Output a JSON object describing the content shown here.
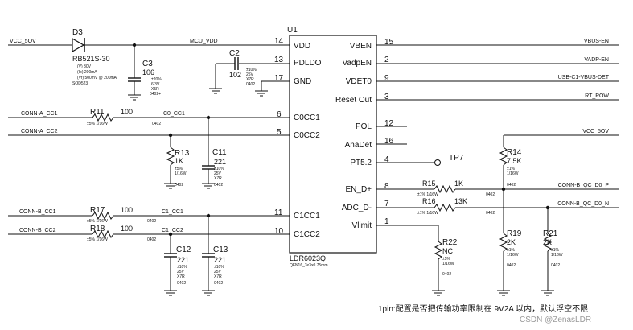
{
  "ic": {
    "ref": "U1",
    "part": "LDR6023Q",
    "package": "QFN16_3x3x0.75mm",
    "left_pins": [
      {
        "num": "14",
        "name": "VDD"
      },
      {
        "num": "13",
        "name": "PDLDO"
      },
      {
        "num": "17",
        "name": "GND"
      },
      {
        "num": "6",
        "name": "C0CC1"
      },
      {
        "num": "5",
        "name": "C0CC2"
      },
      {
        "num": "11",
        "name": "C1CC1"
      },
      {
        "num": "10",
        "name": "C1CC2"
      }
    ],
    "right_pins": [
      {
        "num": "15",
        "name": "VBEN"
      },
      {
        "num": "2",
        "name": "VadpEN"
      },
      {
        "num": "9",
        "name": "VDET0"
      },
      {
        "num": "3",
        "name": "Reset Out"
      },
      {
        "num": "12",
        "name": "POL"
      },
      {
        "num": "16",
        "name": "AnaDet"
      },
      {
        "num": "4",
        "name": "PT5.2"
      },
      {
        "num": "8",
        "name": "EN_D+"
      },
      {
        "num": "7",
        "name": "ADC_D-"
      },
      {
        "num": "1",
        "name": "Vlimit"
      }
    ]
  },
  "nets": {
    "vcc_in": "VCC_5OV",
    "mcu_vdd": "MCU_VDD",
    "conn_a_cc1": "CONN-A_CC1",
    "conn_a_cc2": "CONN-A_CC2",
    "c0_cc1": "C0_CC1",
    "conn_b_cc1": "CONN-B_CC1",
    "conn_b_cc2": "CONN-B_CC2",
    "c1_cc1": "C1_CC1",
    "c1_cc2": "C1_CC2",
    "vbus_en": "VBUS-EN",
    "vadp_en": "VADP-EN",
    "usb_vdet": "USB-C1-VBUS-DET",
    "rt_pow": "RT_POW",
    "vcc_right": "VCC_5OV",
    "qc_dp": "CONN-B_QC_D0_P",
    "qc_dn": "CONN-B_QC_D0_N"
  },
  "d3": {
    "ref": "D3",
    "part": "RB521S-30",
    "specs": [
      "(V) 30V",
      "(Io) 200mA",
      "(Vf) 500mV @ 200mA"
    ],
    "package": "SOD523"
  },
  "caps": {
    "c3": {
      "ref": "C3",
      "value": "106",
      "specs": [
        "±20%",
        "6.3V",
        "X5R",
        "0402+"
      ]
    },
    "c2": {
      "ref": "C2",
      "value": "102",
      "specs": [
        "±10%",
        "25V",
        "X7R",
        "0402"
      ]
    },
    "c11": {
      "ref": "C11",
      "value": "221",
      "specs": [
        "±10%",
        "25V",
        "X7R",
        "0402"
      ]
    },
    "c12": {
      "ref": "C12",
      "value": "221",
      "specs": [
        "±10%",
        "25V",
        "X7R",
        "0402"
      ]
    },
    "c13": {
      "ref": "C13",
      "value": "221",
      "specs": [
        "±10%",
        "25V",
        "X7R",
        "0402"
      ]
    }
  },
  "resistors": {
    "r11": {
      "ref": "R11",
      "value": "100",
      "spec": "±5%   1/16W",
      "pkg": "0402"
    },
    "r17": {
      "ref": "R17",
      "value": "100",
      "spec": "±5%   1/16W",
      "pkg": "0402"
    },
    "r18": {
      "ref": "R18",
      "value": "100",
      "spec": "±5%   1/16W",
      "pkg": "0402"
    },
    "r13": {
      "ref": "R13",
      "value": "1K",
      "specs": [
        "±5%",
        "1/16W"
      ],
      "pkg": "0402"
    },
    "r15": {
      "ref": "R15",
      "value": "1K",
      "spec": "±1%   1/16W",
      "pkg": "0402"
    },
    "r16": {
      "ref": "R16",
      "value": "13K",
      "spec": "±1%   1/16W",
      "pkg": "0402"
    },
    "r22": {
      "ref": "R22",
      "value": "NC",
      "specs": [
        "±5%",
        "1/16W"
      ],
      "pkg": "0402"
    },
    "r14": {
      "ref": "R14",
      "value": "7.5K",
      "specs": [
        "±1%",
        "1/16W"
      ],
      "pkg": "0402"
    },
    "r19": {
      "ref": "R19",
      "value": "2K",
      "specs": [
        "±1%",
        "1/16W"
      ],
      "pkg": "0402"
    },
    "r21": {
      "ref": "R21",
      "value": "2K",
      "specs": [
        "±1%",
        "1/16W"
      ],
      "pkg": "0402"
    }
  },
  "testpoint": {
    "ref": "TP7"
  },
  "note": "1pin:配置是否把传输功率限制在 9V2A 以内，默认浮空不限",
  "watermark": "CSDN @ZenasLDR"
}
